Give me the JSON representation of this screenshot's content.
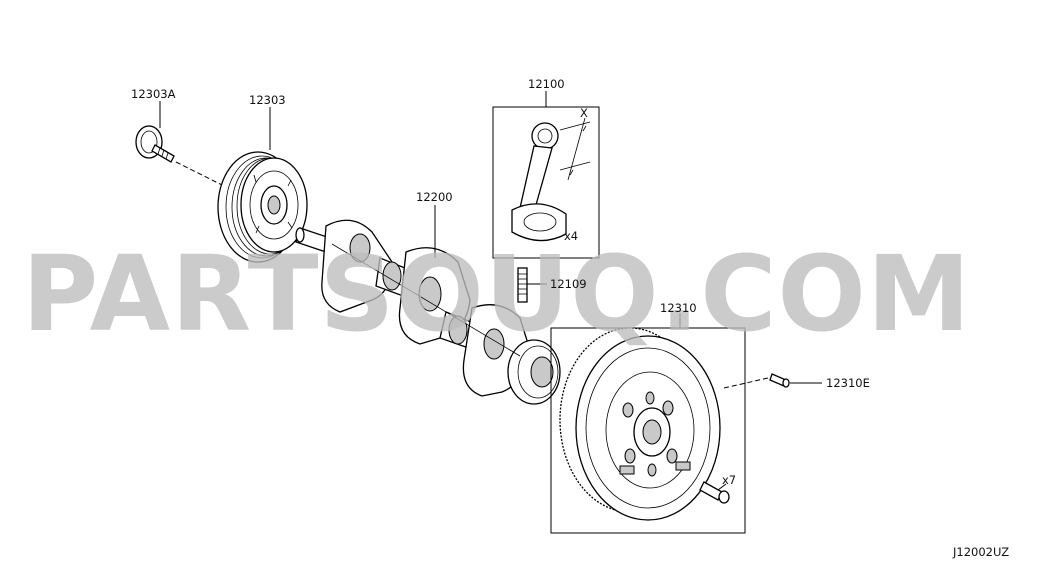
{
  "diagram_code": "J12002UZ",
  "watermark": "PARTSOUQ.COM",
  "labels": {
    "damper_bolt": "12303A",
    "pulley": "12303",
    "con_rod": "12100",
    "crankshaft": "12200",
    "rod_bolt": "12109",
    "flywheel": "12310",
    "dowel": "12310E"
  },
  "annotations": {
    "dimension": "X",
    "rod_qty": "x4",
    "flywheel_bolt_qty": "x7"
  }
}
